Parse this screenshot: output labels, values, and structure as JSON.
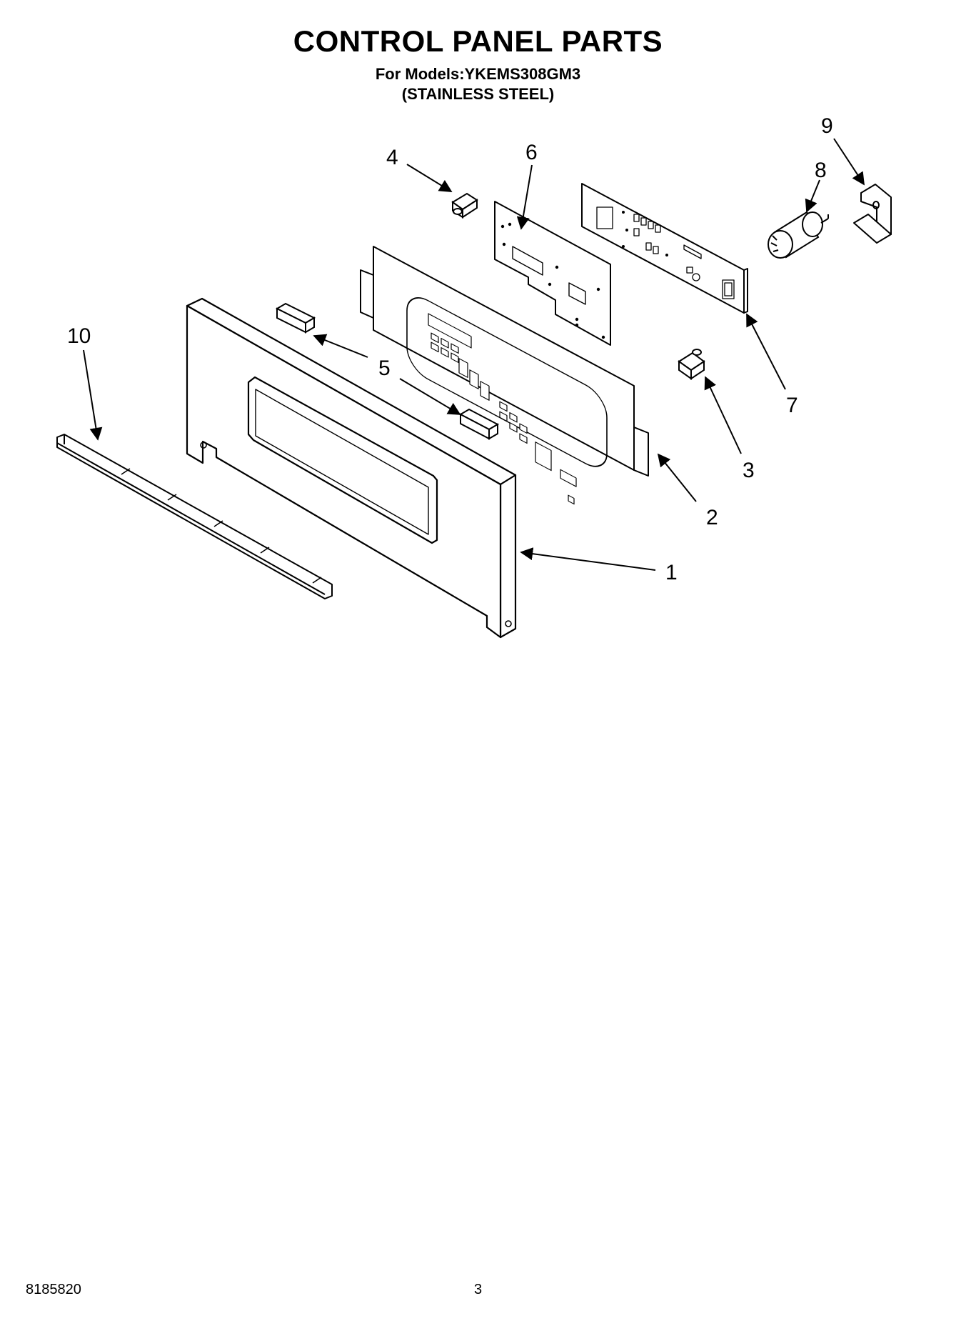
{
  "header": {
    "title": "CONTROL PANEL PARTS",
    "models_line": "For Models:YKEMS308GM3",
    "finish_line": "(STAINLESS STEEL)"
  },
  "callouts": [
    "1",
    "2",
    "3",
    "4",
    "5",
    "6",
    "7",
    "8",
    "9",
    "10"
  ],
  "footer": {
    "document_number": "8185820",
    "page_number": "3"
  }
}
